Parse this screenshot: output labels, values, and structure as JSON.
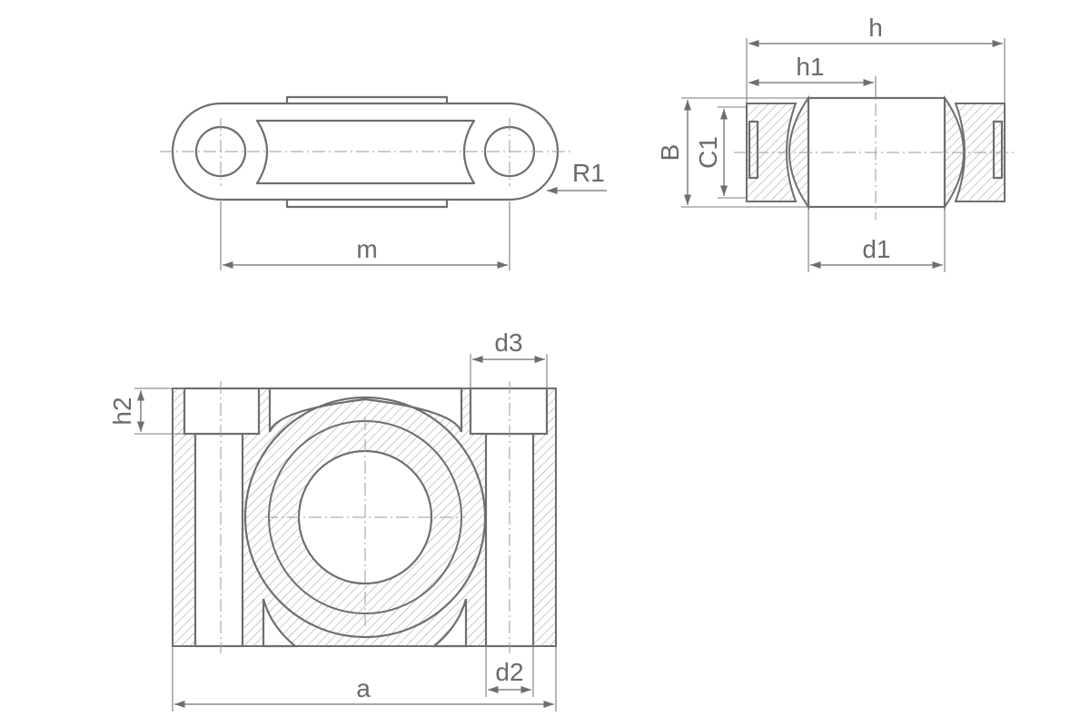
{
  "labels": {
    "h": "h",
    "h1": "h1",
    "B": "B",
    "C1": "C1",
    "d1": "d1",
    "R1": "R1",
    "m": "m",
    "d3": "d3",
    "h2": "h2",
    "d2": "d2",
    "a": "a"
  },
  "colors": {
    "line": "#6e6e6e",
    "hatch": "#9a9a9a",
    "background": "#ffffff"
  }
}
